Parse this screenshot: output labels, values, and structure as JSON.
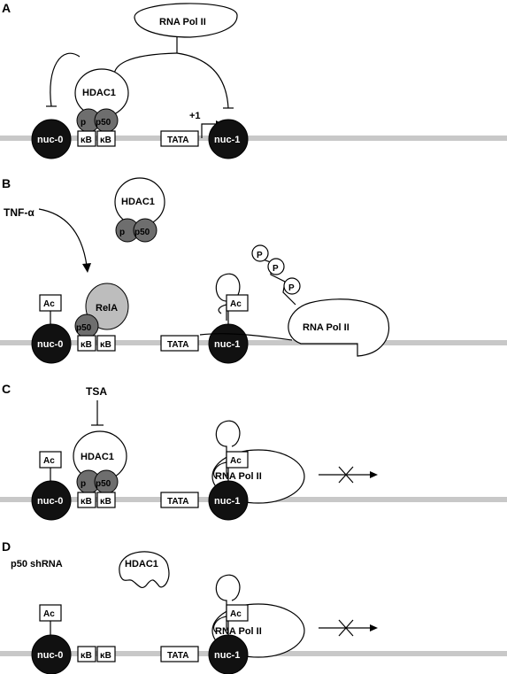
{
  "panels": [
    {
      "letter": "A"
    },
    {
      "letter": "B",
      "stimulus": "TNF-α"
    },
    {
      "letter": "C",
      "inhibitor": "TSA"
    },
    {
      "letter": "D",
      "condition": "p50 shRNA"
    }
  ],
  "labels": {
    "nuc0": "nuc-0",
    "nuc1": "nuc-1",
    "kb": "κB",
    "tata": "TATA",
    "hdac1": "HDAC1",
    "p50": "p50",
    "p50_partial": "p",
    "rela": "RelA",
    "ac": "Ac",
    "rnapol": "RNA Pol II",
    "tss": "+1",
    "phospho": "P"
  }
}
